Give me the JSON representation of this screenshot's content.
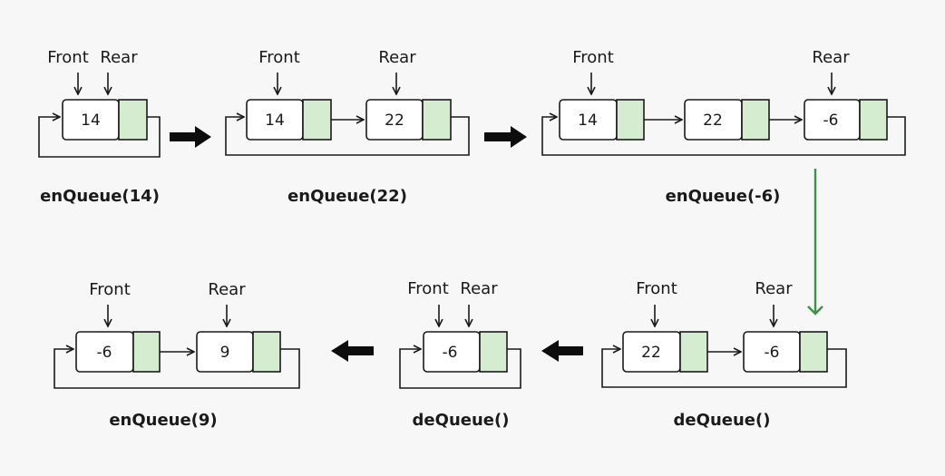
{
  "labels": {
    "front": "Front",
    "rear": "Rear"
  },
  "colors": {
    "pointer_cell": "#d5ecd0",
    "transition_arrow": "#3f8f4a",
    "background": "#f7f7f7"
  },
  "steps": [
    {
      "operation": "enQueue(14)",
      "nodes": [
        "14"
      ]
    },
    {
      "operation": "enQueue(22)",
      "nodes": [
        "14",
        "22"
      ]
    },
    {
      "operation": "enQueue(-6)",
      "nodes": [
        "14",
        "22",
        "-6"
      ]
    },
    {
      "operation": "deQueue()",
      "nodes": [
        "22",
        "-6"
      ]
    },
    {
      "operation": "deQueue()",
      "nodes": [
        "-6"
      ]
    },
    {
      "operation": "enQueue(9)",
      "nodes": [
        "-6",
        "9"
      ]
    }
  ]
}
